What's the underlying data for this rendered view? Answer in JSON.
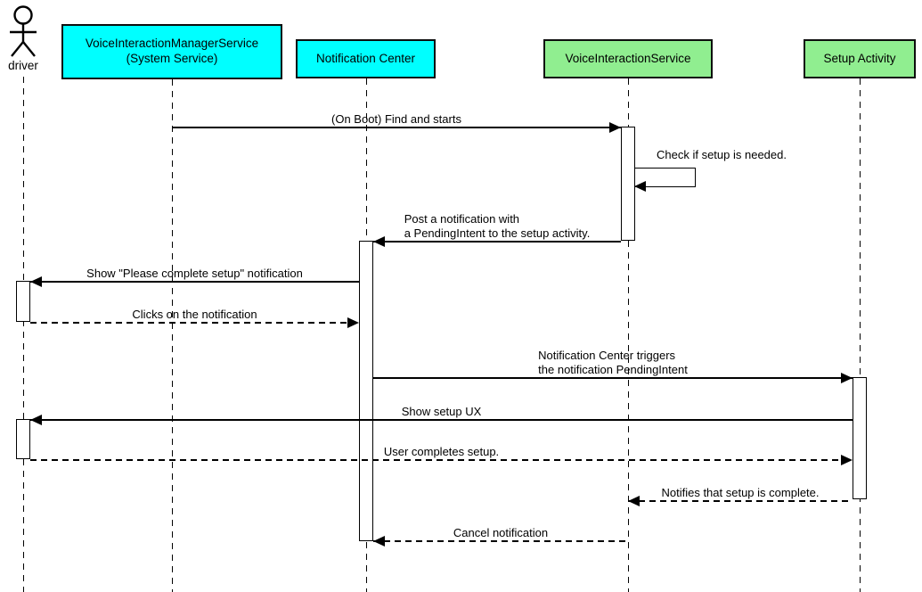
{
  "diagram_type": "uml-sequence-diagram",
  "colors": {
    "participant_cyan": "#00FFFF",
    "participant_green": "#90EE90",
    "line": "#000000",
    "background": "#FFFFFF"
  },
  "participants": [
    {
      "id": "driver",
      "label": "driver",
      "type": "actor"
    },
    {
      "id": "vims",
      "label": "VoiceInteractionManagerService\n(System Service)",
      "type": "box",
      "color": "#00FFFF"
    },
    {
      "id": "nc",
      "label": "Notification Center",
      "type": "box",
      "color": "#00FFFF"
    },
    {
      "id": "vis",
      "label": "VoiceInteractionService",
      "type": "box",
      "color": "#90EE90"
    },
    {
      "id": "sa",
      "label": "Setup Activity",
      "type": "box",
      "color": "#90EE90"
    }
  ],
  "messages": [
    {
      "from": "vims",
      "to": "vis",
      "style": "solid",
      "label": "(On Boot) Find and starts"
    },
    {
      "from": "vis",
      "to": "vis",
      "style": "solid",
      "self": true,
      "label": "Check if setup is needed."
    },
    {
      "from": "vis",
      "to": "nc",
      "style": "solid",
      "label": "Post a notification with\na PendingIntent to the setup activity."
    },
    {
      "from": "nc",
      "to": "driver",
      "style": "solid",
      "label": "Show \"Please complete setup\" notification"
    },
    {
      "from": "driver",
      "to": "nc",
      "style": "dashed",
      "label": "Clicks on the notification"
    },
    {
      "from": "nc",
      "to": "sa",
      "style": "solid",
      "label": "Notification Center triggers\nthe notification PendingIntent"
    },
    {
      "from": "sa",
      "to": "driver",
      "style": "solid",
      "label": "Show setup UX"
    },
    {
      "from": "driver",
      "to": "sa",
      "style": "dashed",
      "label": "User completes setup."
    },
    {
      "from": "sa",
      "to": "vis",
      "style": "dashed",
      "label": "Notifies that setup is complete."
    },
    {
      "from": "vis",
      "to": "nc",
      "style": "dashed",
      "label": "Cancel notification"
    }
  ]
}
